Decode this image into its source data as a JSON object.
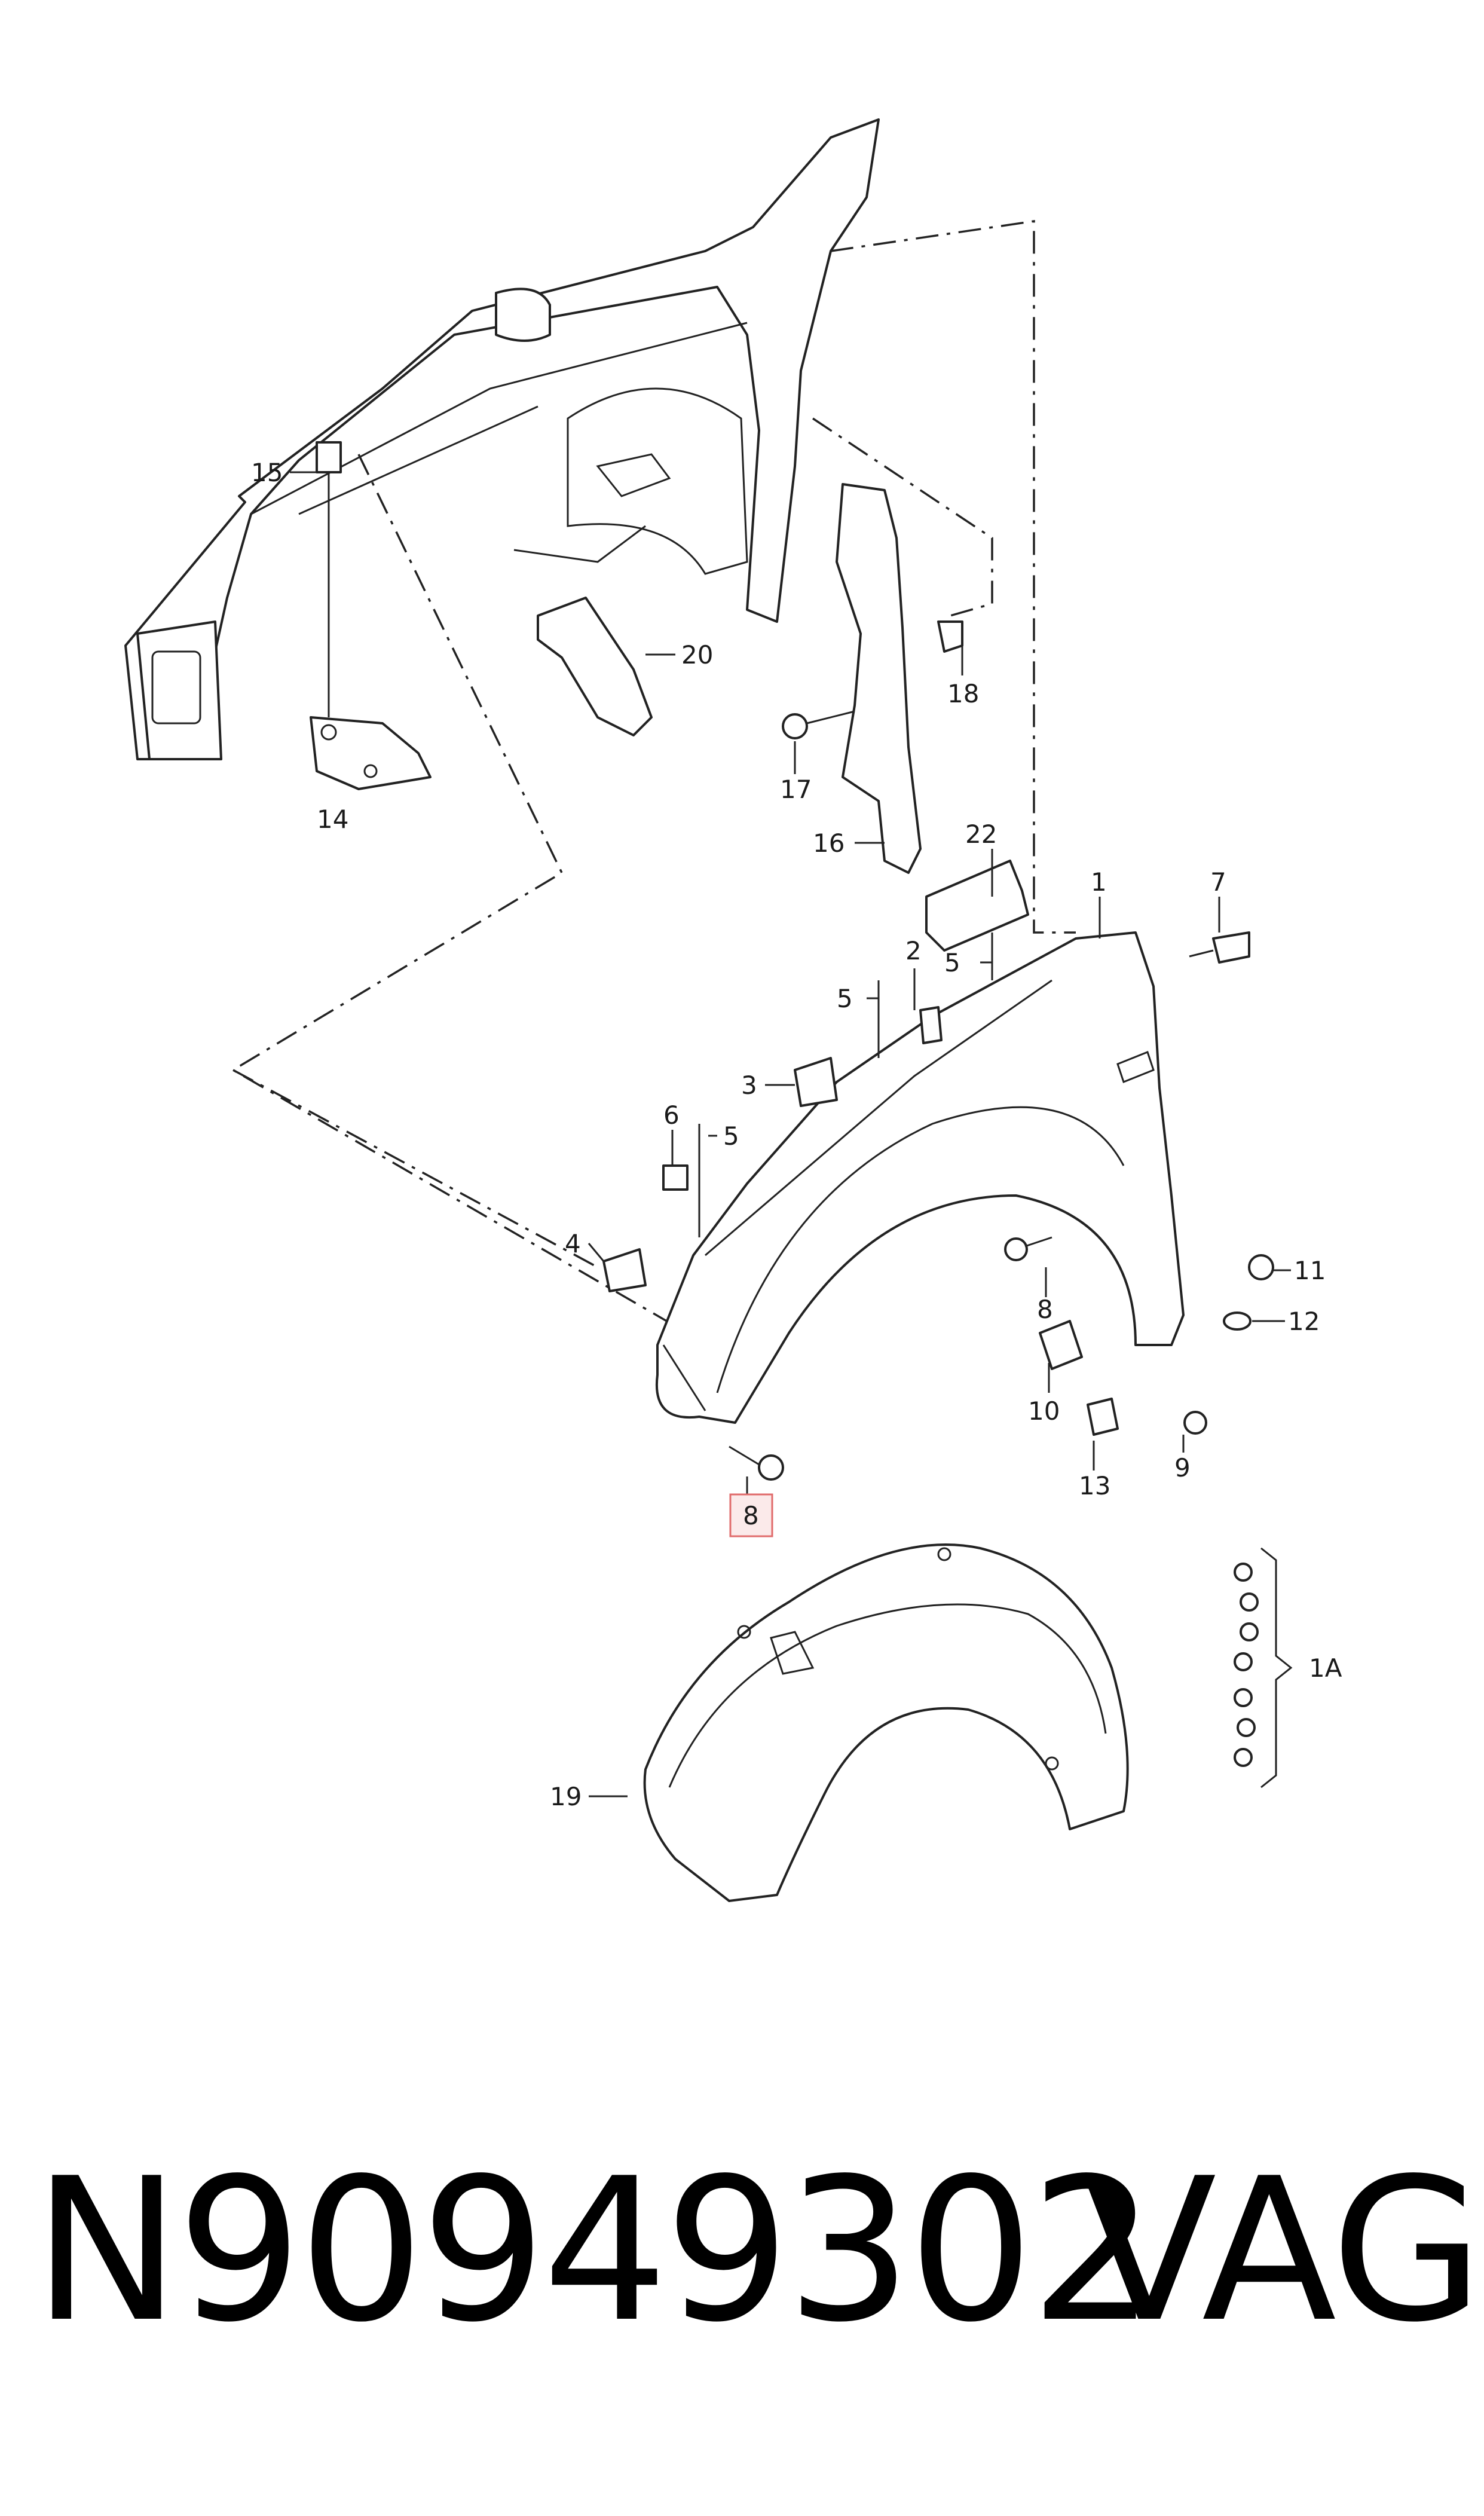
{
  "diagram": {
    "callouts": {
      "c1": "1",
      "c1a": "1A",
      "c2": "2",
      "c3": "3",
      "c4": "4",
      "c5a": "5",
      "c5b": "5",
      "c5c": "5",
      "c6": "6",
      "c7": "7",
      "c8a": "8",
      "c8b": "8",
      "c9": "9",
      "c10": "10",
      "c11": "11",
      "c12": "12",
      "c13": "13",
      "c14": "14",
      "c15": "15",
      "c16": "16",
      "c17": "17",
      "c18": "18",
      "c19": "19",
      "c20": "20",
      "c22": "22"
    },
    "highlight_color": "#e06b6b"
  },
  "footer": {
    "part_number": "N90949302",
    "brand": "VAG"
  }
}
